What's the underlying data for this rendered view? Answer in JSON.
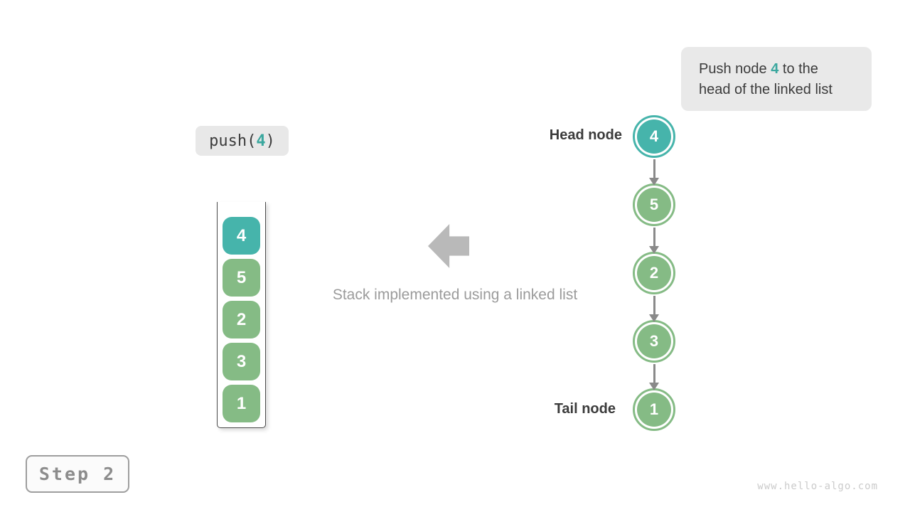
{
  "colors": {
    "teal": "#46b4ab",
    "green": "#85bb85",
    "highlight_text": "#3aa79e",
    "connector_gray": "#8a8a8a",
    "big_arrow_gray": "#b9b9b9",
    "dark_text": "#3b3b3b",
    "caption_gray": "#9b9b9b"
  },
  "callout": {
    "line1_pre": "Push node ",
    "line1_num": "4",
    "line1_post": " to the",
    "line2": "head of the linked list"
  },
  "push_label": {
    "pre": "push(",
    "num": "4",
    "post": ")"
  },
  "stack": {
    "items": [
      {
        "value": "4",
        "color": "#46b4ab"
      },
      {
        "value": "5",
        "color": "#85bb85"
      },
      {
        "value": "2",
        "color": "#85bb85"
      },
      {
        "value": "3",
        "color": "#85bb85"
      },
      {
        "value": "1",
        "color": "#85bb85"
      }
    ]
  },
  "caption": "Stack implemented using a linked list",
  "linked_list": {
    "head_label": "Head node",
    "tail_label": "Tail node",
    "nodes": [
      {
        "value": "4",
        "color": "#46b4ab"
      },
      {
        "value": "5",
        "color": "#85bb85"
      },
      {
        "value": "2",
        "color": "#85bb85"
      },
      {
        "value": "3",
        "color": "#85bb85"
      },
      {
        "value": "1",
        "color": "#85bb85"
      }
    ]
  },
  "step": {
    "label": "Step 2"
  },
  "watermark": "www.hello-algo.com"
}
